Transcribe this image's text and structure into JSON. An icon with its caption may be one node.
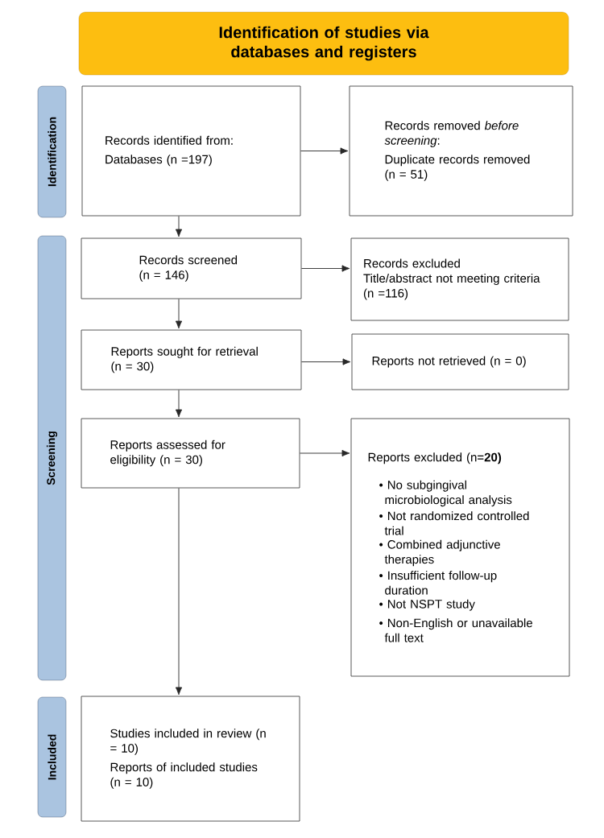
{
  "diagram": {
    "nodes": [
      {
        "text": [
          "Identification of studies via databases and registers"
        ]
      },
      {
        "text": [
          "Identification"
        ]
      },
      {
        "text": [
          "Screening"
        ]
      },
      {
        "text": [
          "Included"
        ]
      },
      {
        "text": [
          "Records identified from:",
          "Databases (n =197)"
        ]
      },
      {
        "text": [
          "Records removed *before screening*:",
          "Duplicate records removed (n = 51)"
        ]
      },
      {
        "text": [
          "Records screened (n = 146)"
        ]
      },
      {
        "text": [
          "Records excluded",
          "Title/abstract not meeting criteria",
          "(n =116)"
        ]
      },
      {
        "text": [
          "Reports sought for retrieval (n = 30)"
        ]
      },
      {
        "text": [
          "Reports not retrieved (n = 0)"
        ]
      },
      {
        "text": [
          "Reports assessed for eligibility (n = 30)"
        ]
      },
      {
        "text": [
          "Reports excluded (n=**20)**",
          "• No subgingival microbiological analysis",
          "• Not randomized controlled trial",
          "• Combined adjunctive therapies",
          "• Insufficient follow-up duration",
          "• Not NSPT study",
          "• Non-English or unavailable full text"
        ]
      },
      {
        "text": [
          "Studies included in review (n = 10)",
          "Reports of included studies (n = 10)"
        ]
      }
    ],
    "edges": [
      {
        "from": 4,
        "to": 5,
        "arrow": "to"
      },
      {
        "from": 4,
        "to": 6,
        "arrow": "to"
      },
      {
        "from": 6,
        "to": 7,
        "arrow": "to"
      },
      {
        "from": 6,
        "to": 8,
        "arrow": "to"
      },
      {
        "from": 8,
        "to": 9,
        "arrow": "to"
      },
      {
        "from": 8,
        "to": 10,
        "arrow": "to"
      },
      {
        "from": 10,
        "to": 11,
        "arrow": "to"
      },
      {
        "from": 10,
        "to": 12,
        "arrow": "to"
      }
    ]
  }
}
